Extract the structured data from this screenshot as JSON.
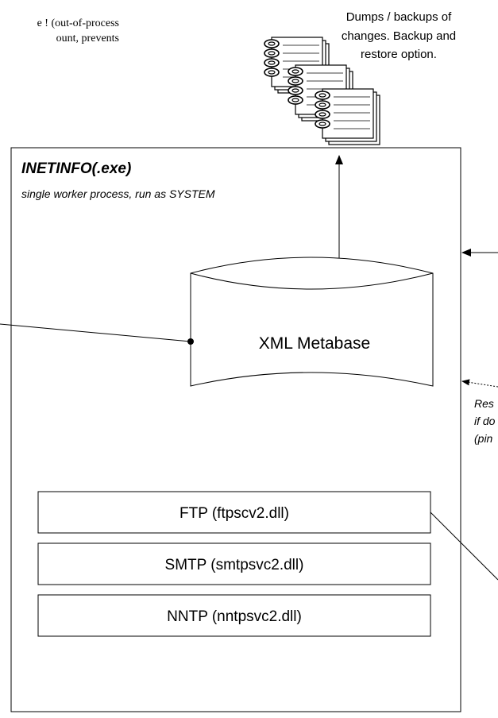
{
  "top_note": {
    "lines": [
      "e ! (out-of-process",
      "ount, prevents"
    ]
  },
  "dumps_label": {
    "lines": [
      "Dumps / backups of",
      "changes. Backup and",
      "restore option."
    ]
  },
  "process": {
    "title": "INETINFO(.exe)",
    "subtitle": "single worker process, run as SYSTEM"
  },
  "metabase": {
    "label": "XML Metabase"
  },
  "services": [
    {
      "label": "FTP (ftpscv2.dll)"
    },
    {
      "label": "SMTP (smtpsvc2.dll)"
    },
    {
      "label": "NNTP (nntpsvc2.dll)"
    }
  ],
  "right_note": {
    "lines": [
      "Res",
      "if do",
      "(pin"
    ]
  },
  "colors": {
    "stroke": "#000000",
    "background": "#ffffff"
  }
}
